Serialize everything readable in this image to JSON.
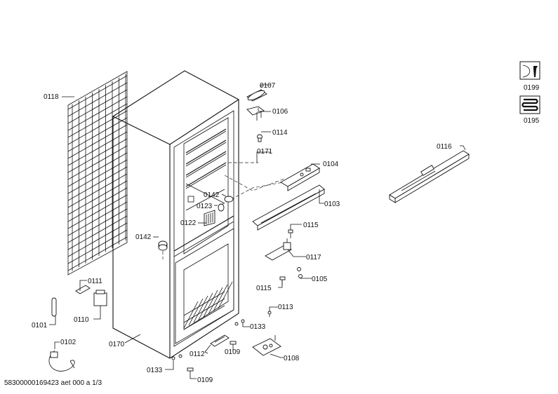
{
  "labels": {
    "p0101": "0101",
    "p0102": "0102",
    "p0103": "0103",
    "p0104": "0104",
    "p0105": "0105",
    "p0106": "0106",
    "p0107": "0107",
    "p0108": "0108",
    "p0109a": "0109",
    "p0109b": "0109",
    "p0110": "0110",
    "p0111": "0111",
    "p0112": "0112",
    "p0113": "0113",
    "p0114": "0114",
    "p0115a": "0115",
    "p0115b": "0115",
    "p0116": "0116",
    "p0117": "0117",
    "p0118": "0118",
    "p0122": "0122",
    "p0123": "0123",
    "p0133a": "0133",
    "p0133b": "0133",
    "p0142a": "0142",
    "p0142b": "0142",
    "p0170": "0170",
    "p0171": "0171",
    "p0195": "0195",
    "p0199": "0199"
  },
  "footer": "58300000169423 aet 000 a 1/3",
  "icons": [
    "tool-kit-icon",
    "coil-icon"
  ]
}
